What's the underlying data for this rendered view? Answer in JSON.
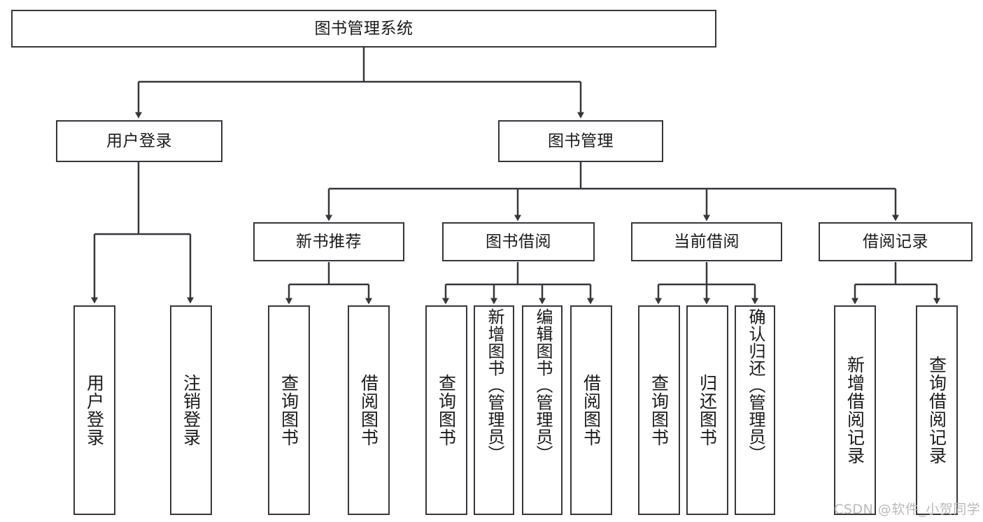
{
  "diagram": {
    "type": "hierarchy-tree",
    "title": "图书管理系统",
    "levels": 4,
    "colors": {
      "box_border": "#35373b",
      "box_fill": "#ffffff",
      "connector": "#35373b",
      "text": "#1a1a1a",
      "watermark": "#b9b9b9",
      "background": "#ffffff"
    },
    "nodes": {
      "root": {
        "label": "图书管理系统"
      },
      "level2": [
        {
          "label": "用户登录"
        },
        {
          "label": "图书管理"
        }
      ],
      "level3": [
        {
          "label": "新书推荐"
        },
        {
          "label": "图书借阅"
        },
        {
          "label": "当前借阅"
        },
        {
          "label": "借阅记录"
        }
      ],
      "leaves": {
        "user_login": [
          {
            "label": "用户登录"
          },
          {
            "label": "注销登录"
          }
        ],
        "new_book_recommend": [
          {
            "label": "查询图书"
          },
          {
            "label": "借阅图书"
          }
        ],
        "book_borrow": [
          {
            "label": "查询图书"
          },
          {
            "label": "新增图书（管理员）"
          },
          {
            "label": "编辑图书（管理员）"
          },
          {
            "label": "借阅图书"
          }
        ],
        "current_borrow": [
          {
            "label": "查询图书"
          },
          {
            "label": "归还图书"
          },
          {
            "label": "确认归还（管理员）"
          }
        ],
        "borrow_record": [
          {
            "label": "新增借阅记录"
          },
          {
            "label": "查询借阅记录"
          }
        ]
      }
    }
  },
  "watermark": {
    "text": "CSDN @软件_小贺同学"
  }
}
